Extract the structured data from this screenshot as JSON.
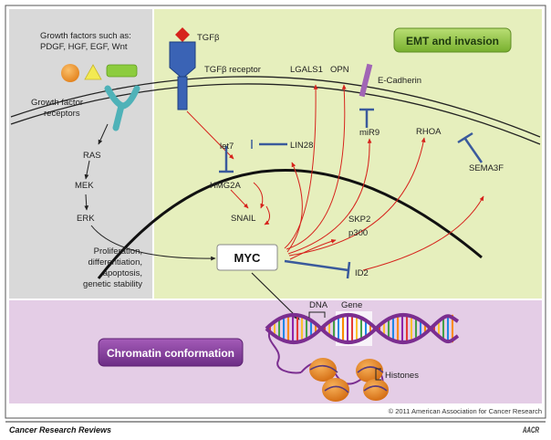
{
  "growth": {
    "factors_line1": "Growth factors such as:",
    "factors_line2": "PDGF, HGF, EGF, Wnt",
    "receptors_line1": "Growth factor",
    "receptors_line2": "receptors"
  },
  "pathway": {
    "ras": "RAS",
    "mek": "MEK",
    "erk": "ERK"
  },
  "outcomes": [
    "Proliferation,",
    "differentiation,",
    "apoptosis,",
    "genetic stability"
  ],
  "tgfb": {
    "ligand": "TGFβ",
    "receptor": "TGFβ receptor"
  },
  "targets": {
    "lgals1": "LGALS1",
    "opn": "OPN",
    "ecadherin": "E-Cadherin",
    "mir9": "miR9",
    "rhoa": "RHOA",
    "sema3f": "SEMA3F",
    "let7": "let7",
    "lin28": "LIN28",
    "hmg2a": "HMG2A",
    "snail": "SNAIL",
    "skp2": "SKP2",
    "p300": "p300",
    "myc": "MYC",
    "id2": "ID2"
  },
  "panels": {
    "emt": "EMT and invasion",
    "chromatin": "Chromatin conformation"
  },
  "dna": {
    "dna": "DNA",
    "gene": "Gene",
    "histones": "Histones"
  },
  "footer": {
    "copyright": "© 2011 American Association for Cancer Research",
    "journal": "Cancer Research Reviews",
    "logo": "AACR"
  },
  "colors": {
    "green_panel": "#e6efbd",
    "gray_panel": "#d9d9d9",
    "purple_panel": "#e4cde6",
    "activation_arrow": "#d6231c",
    "inhibition": "#3a5a9c",
    "emt_button": "#8fc640",
    "chromatin_button": "#8a3f9e"
  }
}
